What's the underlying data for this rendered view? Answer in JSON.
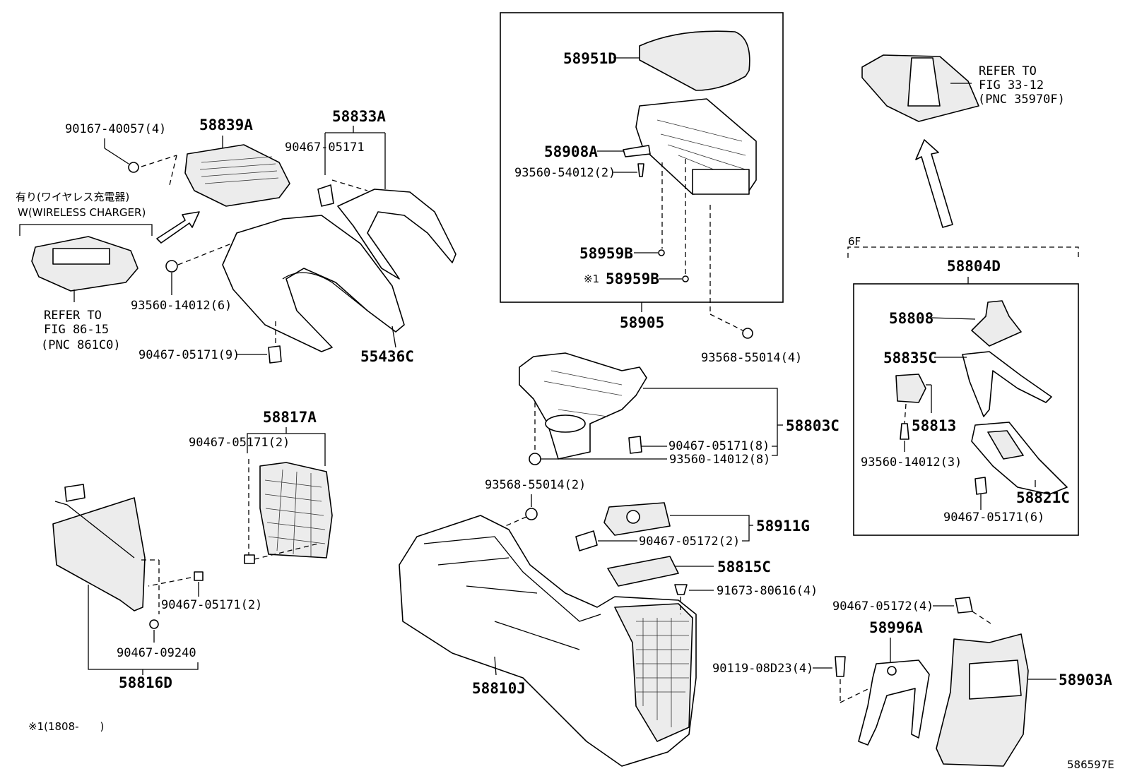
{
  "callouts": {
    "p58951D": "58951D",
    "p58908A": "58908A",
    "p93560_54012": "93560-54012(2)",
    "p58959B_a": "58959B",
    "p58959B_b": "58959B",
    "note_mark": "※1",
    "p58905": "58905",
    "p93568_55014_4": "93568-55014(4)",
    "p90167": "90167-40057(4)",
    "p58839A": "58839A",
    "p58833A": "58833A",
    "p90467_05171": "90467-05171",
    "wireless_jp": "有り(ワイヤレス充電器)",
    "wireless_en": "W(WIRELESS CHARGER)",
    "refer_86_1": "REFER TO",
    "refer_86_2": "FIG 86-15",
    "refer_86_3": "(PNC 861C0)",
    "p93560_14012_6": "93560-14012(6)",
    "p90467_05171_9": "90467-05171(9)",
    "p55436C": "55436C",
    "refer_33_1": "REFER TO",
    "refer_33_2": "FIG 33-12",
    "refer_33_3": "(PNC 35970F)",
    "variant_6F": "6F",
    "p58804D": "58804D",
    "p58808": "58808",
    "p58835C": "58835C",
    "p58813": "58813",
    "p93560_14012_3": "93560-14012(3)",
    "p58821C": "58821C",
    "p90467_05171_6": "90467-05171(6)",
    "p58817A": "58817A",
    "p90467_05171_2a": "90467-05171(2)",
    "p58803C": "58803C",
    "p90467_05171_8": "90467-05171(8)",
    "p93560_14012_8": "93560-14012(8)",
    "p93568_55014_2": "93568-55014(2)",
    "p58911G": "58911G",
    "p90467_05172_2": "90467-05172(2)",
    "p58815C": "58815C",
    "p91673": "91673-80616(4)",
    "p90467_05171_2b": "90467-05171(2)",
    "p90467_09240": "90467-09240",
    "p58816D": "58816D",
    "p58810J": "58810J",
    "p90467_05172_4": "90467-05172(4)",
    "p58996A": "58996A",
    "p90119": "90119-08D23(4)",
    "p58903A": "58903A",
    "footnote": "※1(1808-　　)",
    "drawing_id": "586597E"
  }
}
